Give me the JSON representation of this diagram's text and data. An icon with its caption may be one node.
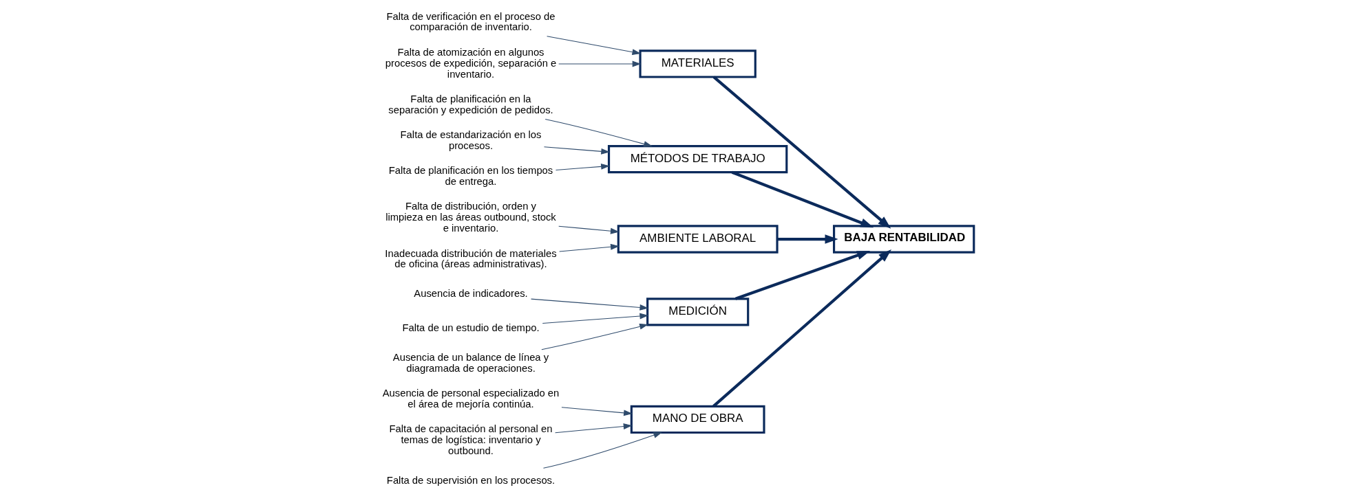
{
  "diagram": {
    "nodes": [
      {
        "text": [
          "MANO DE OBRA"
        ]
      },
      {
        "text": [
          "MATERIALES"
        ]
      },
      {
        "text": [
          "MÉTODOS DE TRABAJO"
        ]
      },
      {
        "text": [
          "Ausencia de personal especializado en el área de mejoría continúa."
        ]
      },
      {
        "text": [
          "Falta de capacitación al personal en temas de logística: inventario y outbound."
        ]
      },
      {
        "text": [
          "Falta de supervisión en los procesos."
        ]
      },
      {
        "text": [
          "Falta de verificación en el proceso de comparación de inventario."
        ]
      },
      {
        "text": [
          "Falta de atomización en algunos procesos de expedición, separación e inventario."
        ]
      },
      {
        "text": [
          "Falta de planificación en la separación y expedición de pedidos."
        ]
      },
      {
        "text": [
          "Falta de estandarización en los procesos."
        ]
      },
      {
        "text": [
          "Falta de planificación en los tiempos de entrega."
        ]
      },
      {
        "text": [
          "BAJA RENTABILIDAD"
        ]
      },
      {
        "text": [
          "Falta de distribución, orden y limpieza en las áreas outbound, stock e inventario."
        ]
      },
      {
        "text": [
          "Inadecuada distribución de materiales de oficina (áreas administrativas)."
        ]
      },
      {
        "text": [
          "Ausencia de indicadores."
        ]
      },
      {
        "text": [
          "Falta de un estudio de tiempo."
        ]
      },
      {
        "text": [
          "Ausencia de un balance de línea y diagramada de operaciones."
        ]
      },
      {
        "text": [
          "AMBIENTE LABORAL"
        ]
      },
      {
        "text": [
          "MEDICIÓN"
        ]
      }
    ],
    "edges": [
      {
        "from": 3,
        "to": 0,
        "arrow": "to"
      },
      {
        "from": 4,
        "to": 0,
        "arrow": "to"
      },
      {
        "from": 5,
        "to": 0,
        "arrow": "to"
      },
      {
        "from": 6,
        "to": 1,
        "arrow": "to"
      },
      {
        "from": 7,
        "to": 1,
        "arrow": "to"
      },
      {
        "from": 8,
        "to": 2,
        "arrow": "to"
      },
      {
        "from": 9,
        "to": 2,
        "arrow": "to"
      },
      {
        "from": 10,
        "to": 2,
        "arrow": "to"
      },
      {
        "from": 12,
        "to": 17,
        "arrow": "to"
      },
      {
        "from": 13,
        "to": 17,
        "arrow": "to"
      },
      {
        "from": 14,
        "to": 18,
        "arrow": "to"
      },
      {
        "from": 15,
        "to": 18,
        "arrow": "to"
      },
      {
        "from": 16,
        "to": 18,
        "arrow": "to"
      },
      {
        "from": 0,
        "to": 11,
        "arrow": "to",
        "style": "thick",
        "color": "#0b2a5b"
      },
      {
        "from": 1,
        "to": 11,
        "arrow": "to",
        "style": "thick",
        "color": "#0b2a5b"
      },
      {
        "from": 2,
        "to": 11,
        "arrow": "to",
        "style": "thick",
        "color": "#0b2a5b"
      },
      {
        "from": 17,
        "to": 11,
        "arrow": "to",
        "style": "thick",
        "color": "#0b2a5b"
      },
      {
        "from": 18,
        "to": 11,
        "arrow": "to",
        "style": "thick",
        "color": "#0b2a5b"
      }
    ]
  }
}
